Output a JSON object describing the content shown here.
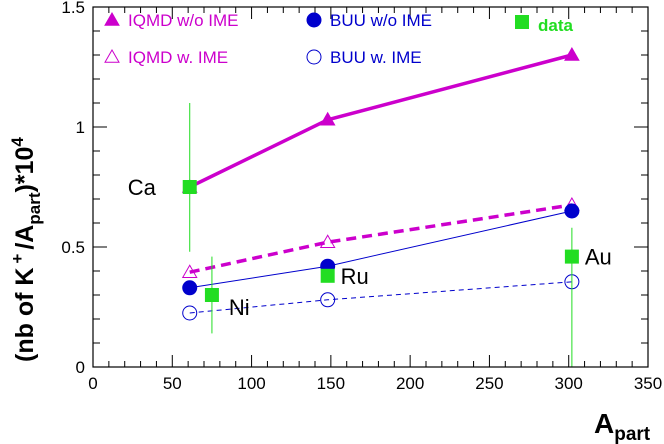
{
  "chart_data": {
    "type": "scatter",
    "xlabel": "A",
    "xlabel_sub": "part",
    "ylabel_parts": {
      "a": "(nb of K",
      "b": "+",
      "c": "/A",
      "d": "part",
      "e": ")*10",
      "f": "4"
    },
    "xlim": [
      0,
      350
    ],
    "ylim": [
      0,
      1.5
    ],
    "x_ticks": [
      0,
      50,
      100,
      150,
      200,
      250,
      300,
      350
    ],
    "y_ticks": [
      0,
      0.5,
      1,
      1.5
    ],
    "x_tick_labels": [
      "0",
      "50",
      "100",
      "150",
      "200",
      "250",
      "300",
      "350"
    ],
    "y_tick_labels": [
      "0",
      "0.5",
      "1",
      "1.5"
    ],
    "legend_position": "top",
    "legend": [
      {
        "label": "IQMD w/o IME",
        "color": "#cc00cc",
        "marker": "triangle-filled"
      },
      {
        "label": "IQMD w. IME",
        "color": "#cc00cc",
        "marker": "triangle-open"
      },
      {
        "label": "BUU w/o IME",
        "color": "#0000cc",
        "marker": "circle-filled"
      },
      {
        "label": "BUU w. IME",
        "color": "#0000cc",
        "marker": "circle-open"
      },
      {
        "label": "data",
        "color": "#22dd22",
        "marker": "square-filled"
      }
    ],
    "series": [
      {
        "name": "IQMD w/o IME",
        "color": "#cc00cc",
        "marker": "triangle-filled",
        "line": "solid-thick",
        "x": [
          61,
          148,
          302
        ],
        "y": [
          0.75,
          1.03,
          1.3
        ]
      },
      {
        "name": "IQMD w. IME",
        "color": "#cc00cc",
        "marker": "triangle-open",
        "line": "dashed-thick",
        "x": [
          61,
          148,
          302
        ],
        "y": [
          0.395,
          0.52,
          0.675
        ]
      },
      {
        "name": "BUU w/o IME",
        "color": "#0000cc",
        "marker": "circle-filled",
        "line": "solid-thin",
        "x": [
          61,
          148,
          302
        ],
        "y": [
          0.33,
          0.42,
          0.65
        ]
      },
      {
        "name": "BUU w. IME",
        "color": "#0000cc",
        "marker": "circle-open",
        "line": "dashed-thin",
        "x": [
          61,
          148,
          302
        ],
        "y": [
          0.225,
          0.28,
          0.355
        ]
      },
      {
        "name": "data",
        "color": "#22dd22",
        "marker": "square-filled",
        "line": "none",
        "x": [
          61,
          75,
          148,
          302
        ],
        "y": [
          0.75,
          0.3,
          0.38,
          0.46
        ],
        "err_low": [
          0.48,
          0.14,
          0.0,
          0.0
        ],
        "err_high": [
          1.1,
          0.46,
          0.0,
          0.58
        ]
      }
    ],
    "annotations": [
      {
        "text": "Ca",
        "x": 61,
        "y": 0.75
      },
      {
        "text": "Ni",
        "x": 75,
        "y": 0.3
      },
      {
        "text": "Ru",
        "x": 148,
        "y": 0.38
      },
      {
        "text": "Au",
        "x": 302,
        "y": 0.46
      }
    ]
  }
}
